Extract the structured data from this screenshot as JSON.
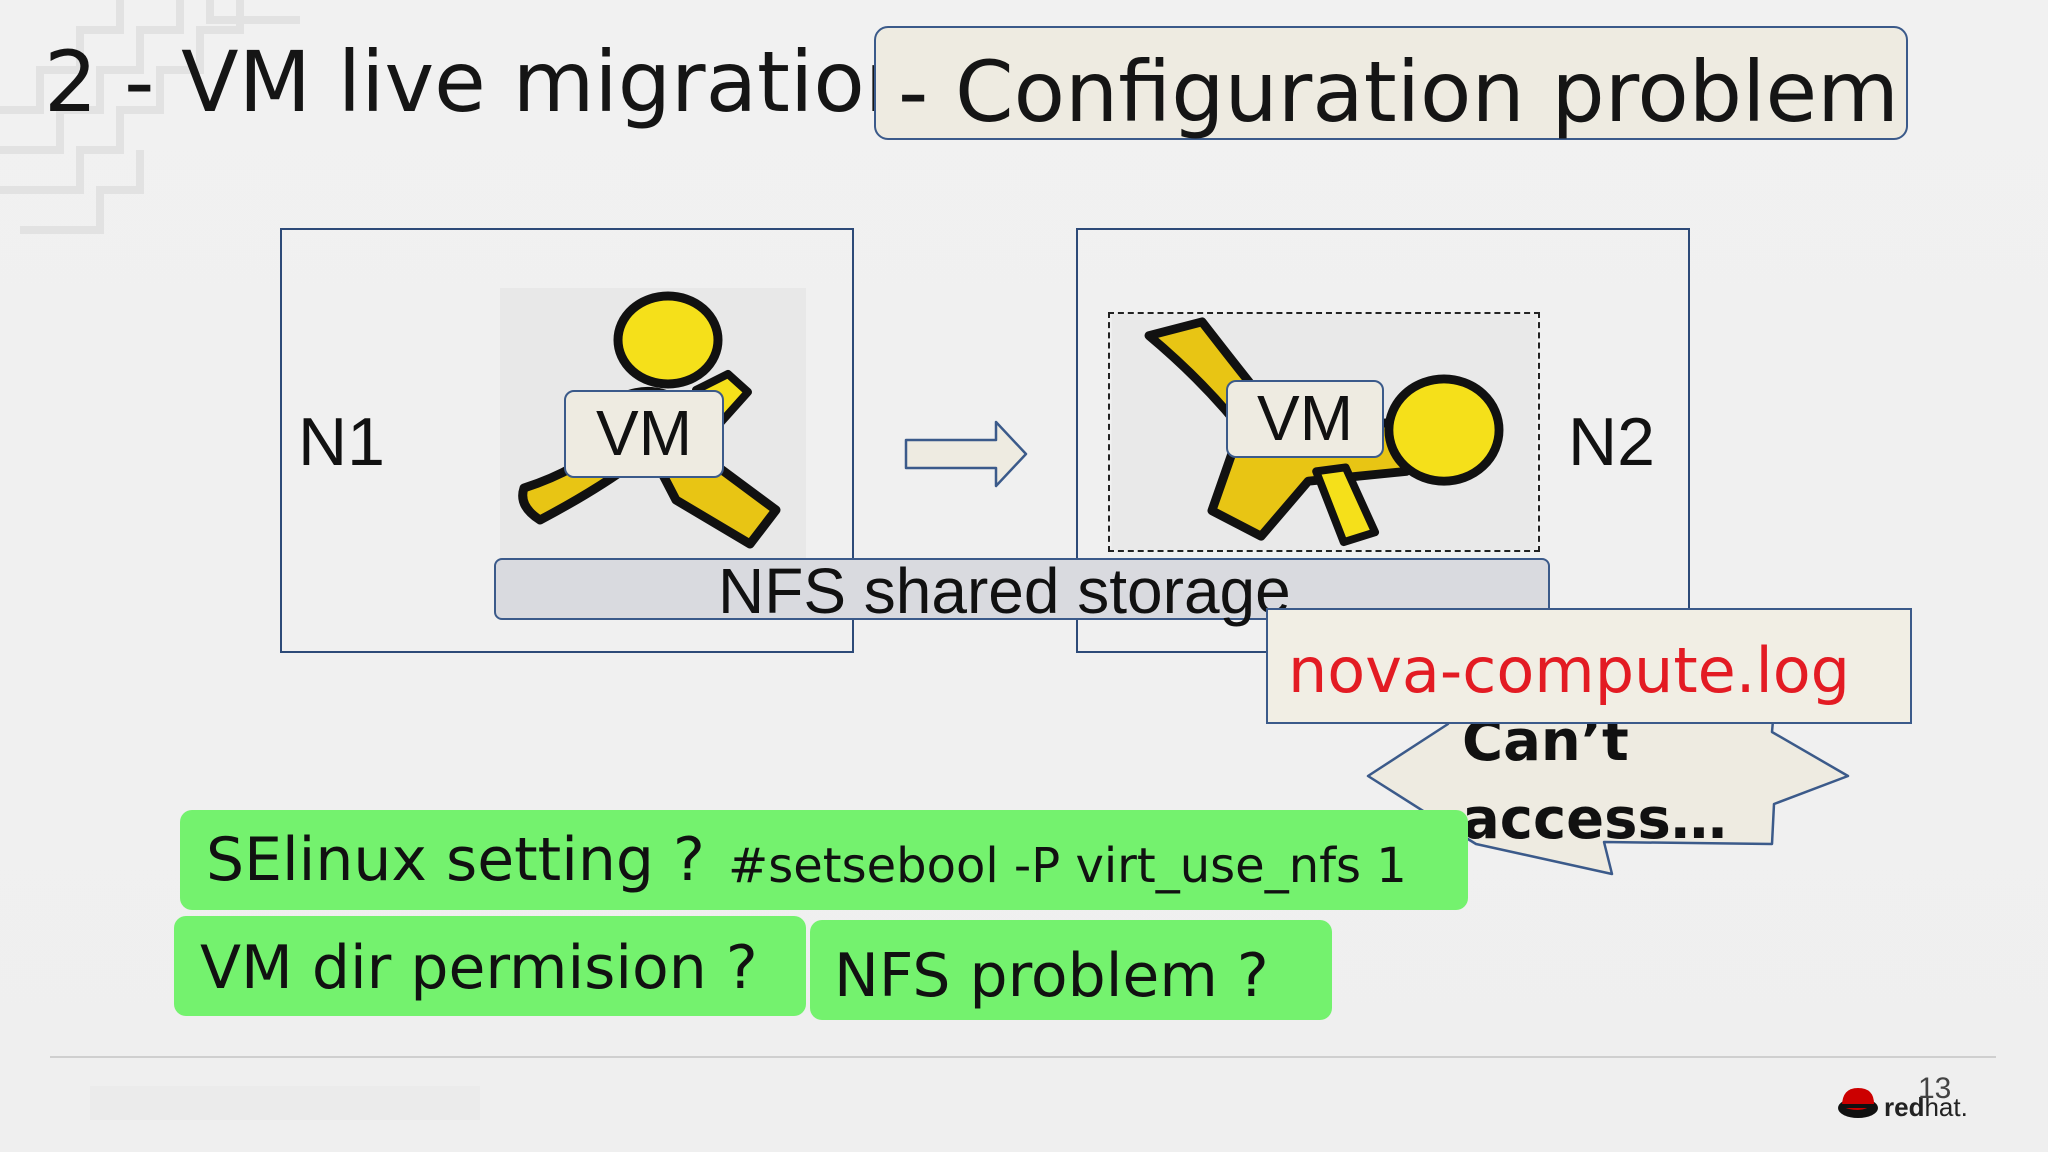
{
  "slide": {
    "title_prefix": "2 - VM live migration",
    "title_highlight": "- Configuration problem",
    "page_number": "13"
  },
  "diagram": {
    "node1_label": "N1",
    "node2_label": "N2",
    "vm1_label": "VM",
    "vm2_label": "VM",
    "storage_label": "NFS shared storage",
    "log_label": "nova-compute.log",
    "callout_line1": "Can’t",
    "callout_line2": "access…"
  },
  "causes": {
    "selinux": "SElinux setting ?",
    "selinux_cmd": "#setsebool -P virt_use_nfs 1",
    "vm_dir": "VM dir permision ?",
    "nfs": "NFS problem ?"
  },
  "brand": {
    "logo_red": "red",
    "logo_hat": "hat."
  },
  "colors": {
    "green_box": "#74f26e",
    "log_text": "#e31b23",
    "border_blue": "#3b5a8a",
    "runner_yellow": "#f5e01a"
  }
}
